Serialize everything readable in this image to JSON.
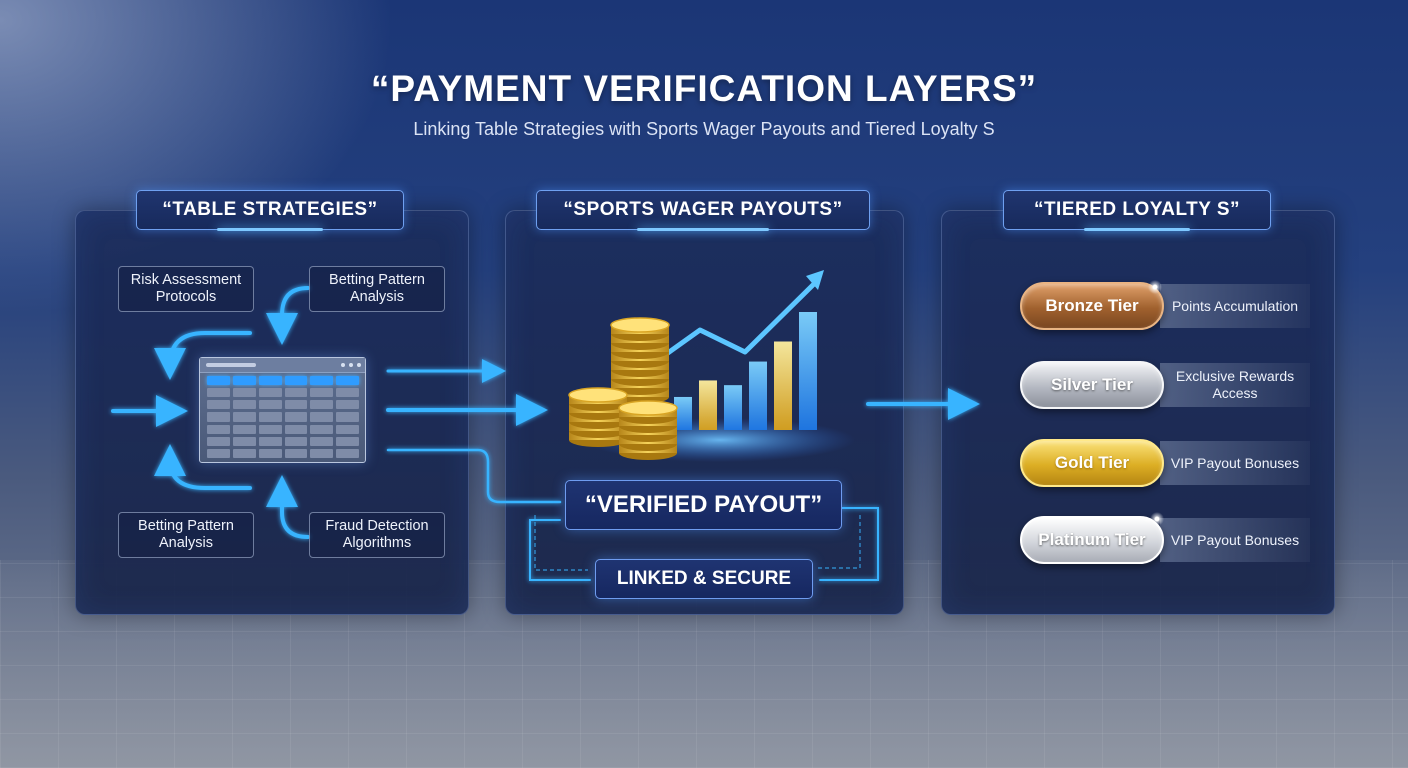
{
  "header": {
    "title": "“PAYMENT VERIFICATION LAYERS”",
    "subtitle": "Linking Table Strategies with Sports Wager Payouts and Tiered Loyalty S"
  },
  "panels": {
    "table_strategies": {
      "title": "“TABLE STRATEGIES”",
      "nodes": {
        "top_left": "Risk Assessment Protocols",
        "top_right": "Betting Pattern Analysis",
        "bottom_left": "Betting Pattern Analysis",
        "bottom_right": "Fraud Detection Algorithms"
      }
    },
    "sports_wager_payouts": {
      "title": "“SPORTS WAGER PAYOUTS”",
      "verified_label": "“VERIFIED PAYOUT”",
      "linked_label": "LINKED & SECURE",
      "chart_bars": [
        0.28,
        0.42,
        0.38,
        0.58,
        0.75,
        1.0
      ]
    },
    "tiered_loyalty": {
      "title": "“TIERED LOYALTY S”",
      "tiers": [
        {
          "name": "Bronze Tier",
          "desc": "Points Accumulation"
        },
        {
          "name": "Silver Tier",
          "desc": "Exclusive Rewards Access"
        },
        {
          "name": "Gold Tier",
          "desc": "VIP Payout Bonuses"
        },
        {
          "name": "Platinum Tier",
          "desc": "VIP Payout Bonuses"
        }
      ]
    }
  },
  "colors": {
    "arrow_blue": "#38b4ff",
    "arrow_gold": "#f5d33a",
    "bar_blue": "#2fa8ff",
    "bar_gold": "#f2c630",
    "bronze": "#b0703a",
    "silver": "#c9ccd2",
    "gold": "#e3b52a",
    "platinum": "#d9dbe0"
  },
  "icons": [
    "table-window-icon",
    "coin-stack-icon",
    "growth-chart-icon",
    "sparkle-icon"
  ]
}
